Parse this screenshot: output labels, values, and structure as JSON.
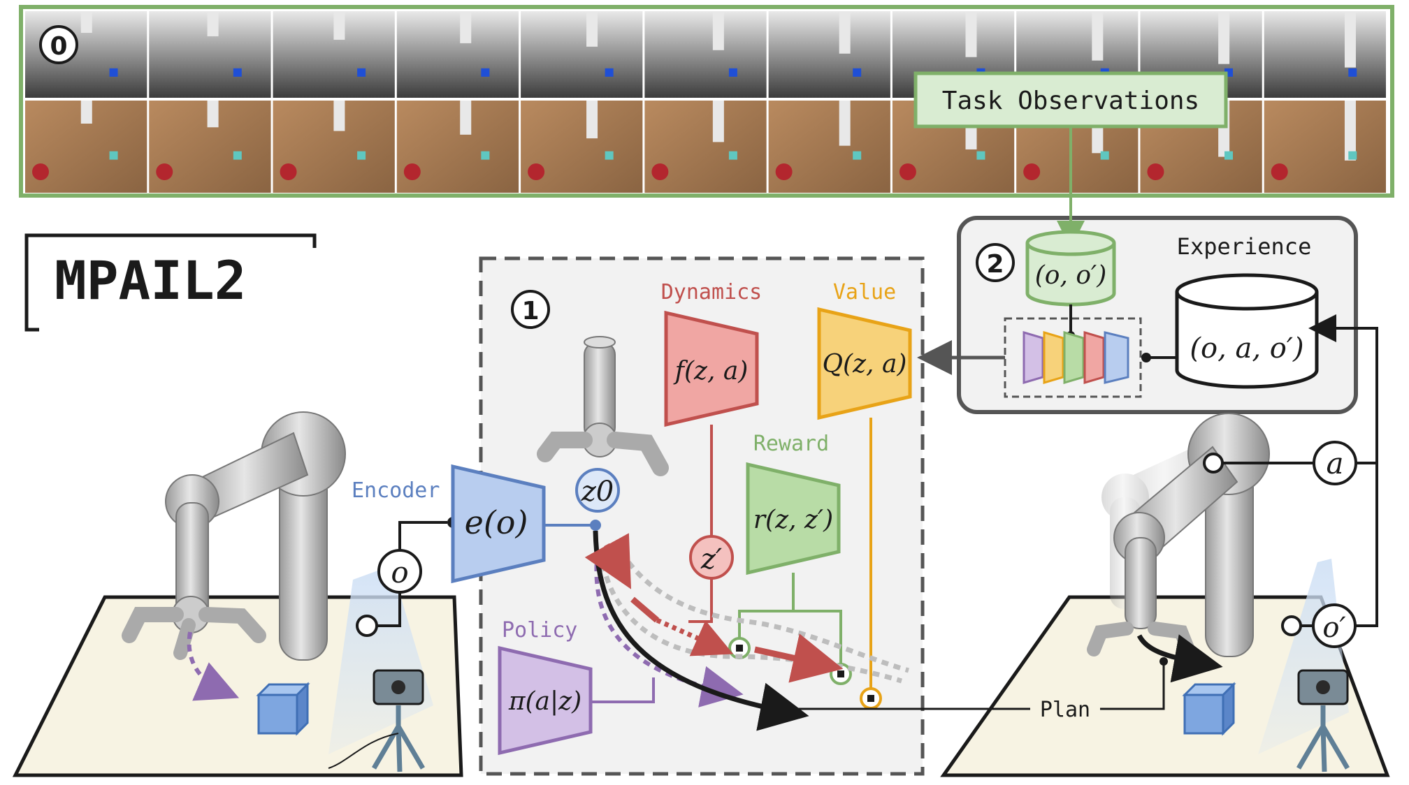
{
  "title": "MPAIL2",
  "task_observations": {
    "label": "Task Observations",
    "step": "0",
    "frames_per_row": 11
  },
  "experience": {
    "label": "Experience",
    "step": "2",
    "buffer_expert": "(o, o′)",
    "buffer_agent": "(o, a, o′)"
  },
  "model": {
    "step": "1",
    "encoder_label": "Encoder",
    "encoder_fn": "e(o)",
    "dynamics_label": "Dynamics",
    "dynamics_fn": "f(z, a)",
    "value_label": "Value",
    "value_fn": "Q(z, a)",
    "reward_label": "Reward",
    "reward_fn": "r(z, z′)",
    "policy_label": "Policy",
    "policy_fn": "π(a|z)",
    "latent_z0": "z0",
    "latent_zp": "z′"
  },
  "signals": {
    "obs": "o",
    "action": "a",
    "next_obs": "o′",
    "plan": "Plan"
  },
  "colors": {
    "green": "#7fb069",
    "green_fill": "#d9ecd2",
    "encoder": "#5b7fbf",
    "encoder_fill": "#b8cdef",
    "dynamics": "#c0504d",
    "dynamics_fill": "#f0a6a3",
    "value": "#e8a317",
    "value_fill": "#f7d27a",
    "reward": "#7fb069",
    "reward_fill": "#b8dca6",
    "policy": "#8e6bb0",
    "policy_fill": "#d3c0e6",
    "dark": "#1a1a1a",
    "panel": "#f2f2f2",
    "table": "#f7f3e3"
  }
}
